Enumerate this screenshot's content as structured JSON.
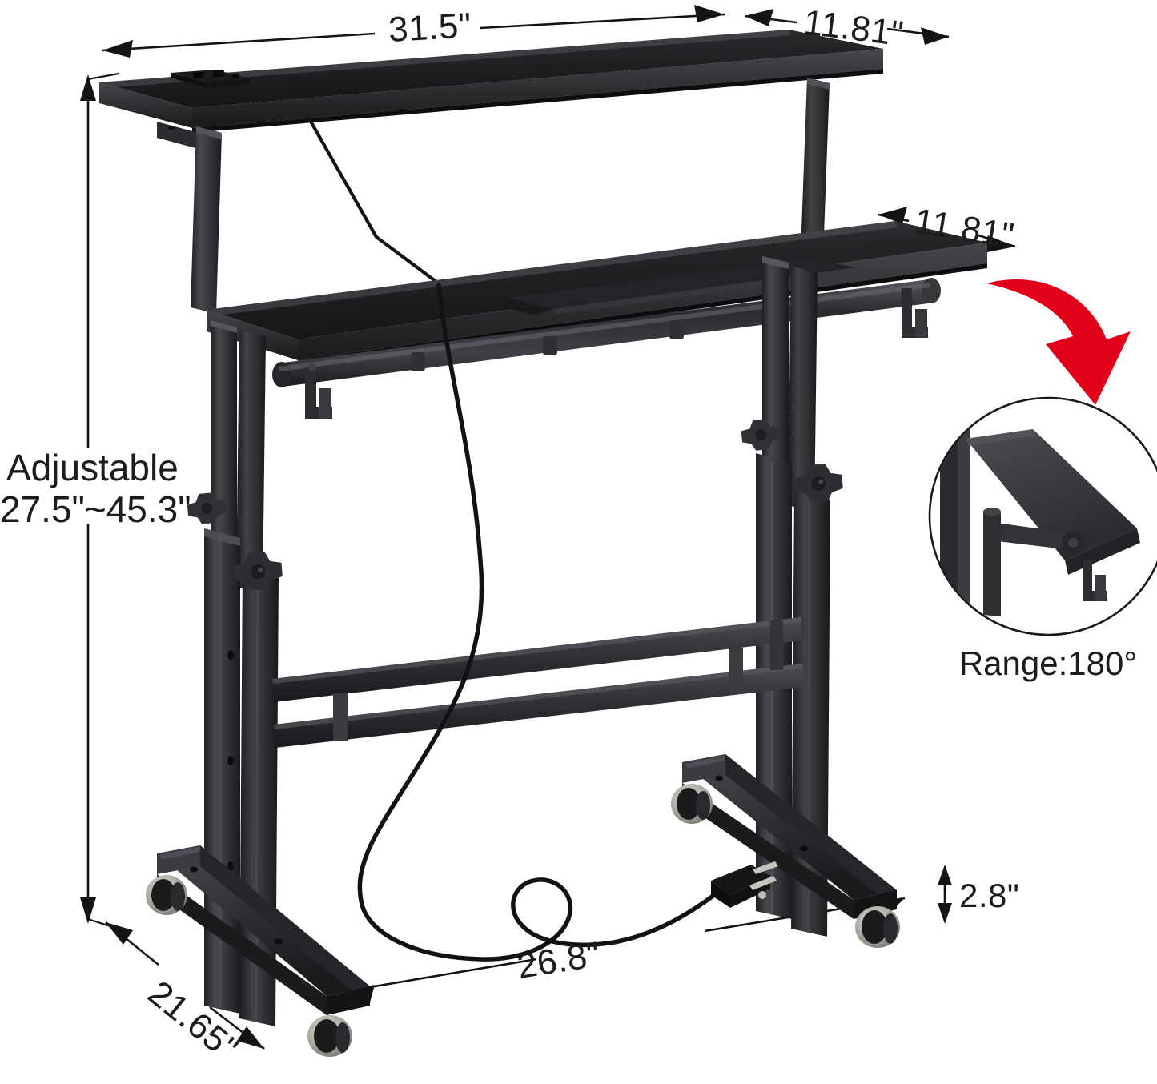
{
  "product": {
    "name": "height-adjustable-rolling-standing-desk",
    "description": "Two-tier mobile standing desk with adjustable height legs, caster wheels, hanging hooks and power strip"
  },
  "dimensions": {
    "top_width": "31.5\"",
    "top_depth": "11.81\"",
    "middle_depth": "11.81\"",
    "base_depth": "21.65\"",
    "base_width": "26.8\"",
    "caster_height": "2.8\"",
    "adjustable_label": "Adjustable",
    "adjustable_range": "27.5\"~45.3\""
  },
  "inset": {
    "caption": "Range:180°"
  },
  "colors": {
    "desktop_top": "#2a2a2c",
    "desktop_face": "#18181a",
    "desktop_edge": "#3a3a3d",
    "frame_dark": "#2e2e31",
    "frame_mid": "#3c3c40",
    "frame_light": "#4a4a4e",
    "accent_red": "#e3001b",
    "line_black": "#141414",
    "background": "#ffffff",
    "caster_rim": "#b9bdb5",
    "caster_tire": "#1d1d1f"
  }
}
